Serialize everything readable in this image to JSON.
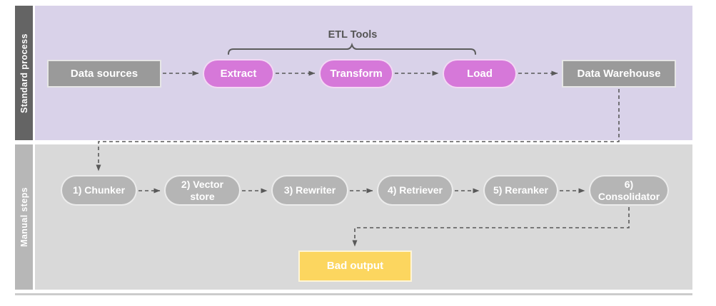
{
  "lanes": {
    "standard": {
      "label": "Standard process"
    },
    "manual": {
      "label": "Manual steps"
    }
  },
  "standard_process": {
    "data_sources": "Data sources",
    "etl_group_label": "ETL Tools",
    "extract": "Extract",
    "transform": "Transform",
    "load": "Load",
    "data_warehouse": "Data Warehouse"
  },
  "manual_steps": {
    "chunker": "1) Chunker",
    "vector_store": "2) Vector store",
    "rewriter": "3) Rewriter",
    "retriever": "4) Retriever",
    "reranker": "5) Reranker",
    "consolidator": "6) Consolidator",
    "bad_output": "Bad output"
  },
  "colors": {
    "standard_lane_bg": "#d9d2e9",
    "manual_lane_bg": "#d9d9d9",
    "standard_label_bg": "#646464",
    "manual_label_bg": "#b7b7b7",
    "etl_pill": "#d678d9",
    "manual_pill": "#b5b5b5",
    "gray_box": "#9a9a9a",
    "bad_output_bg": "#fcd65f",
    "connector": "#595959",
    "shape_text": "#ffffff"
  }
}
